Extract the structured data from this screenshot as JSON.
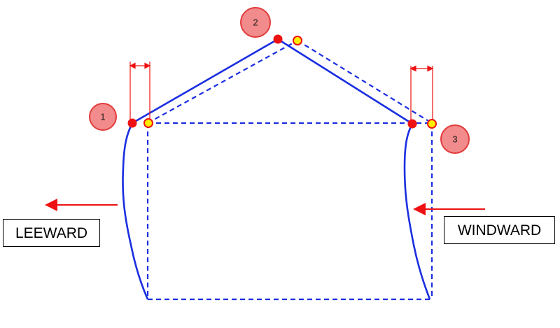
{
  "labels": {
    "leeward": "LEEWARD",
    "windward": "WINDWARD"
  },
  "markers": [
    "1",
    "2",
    "3"
  ],
  "colors": {
    "structure": "#1a2ee0",
    "displacement": "#ee1111",
    "marker_fill": "#f28b8b",
    "marker_stroke": "#e23b3b",
    "deformed_node": "#ee1111",
    "original_node": "#ffee00"
  }
}
